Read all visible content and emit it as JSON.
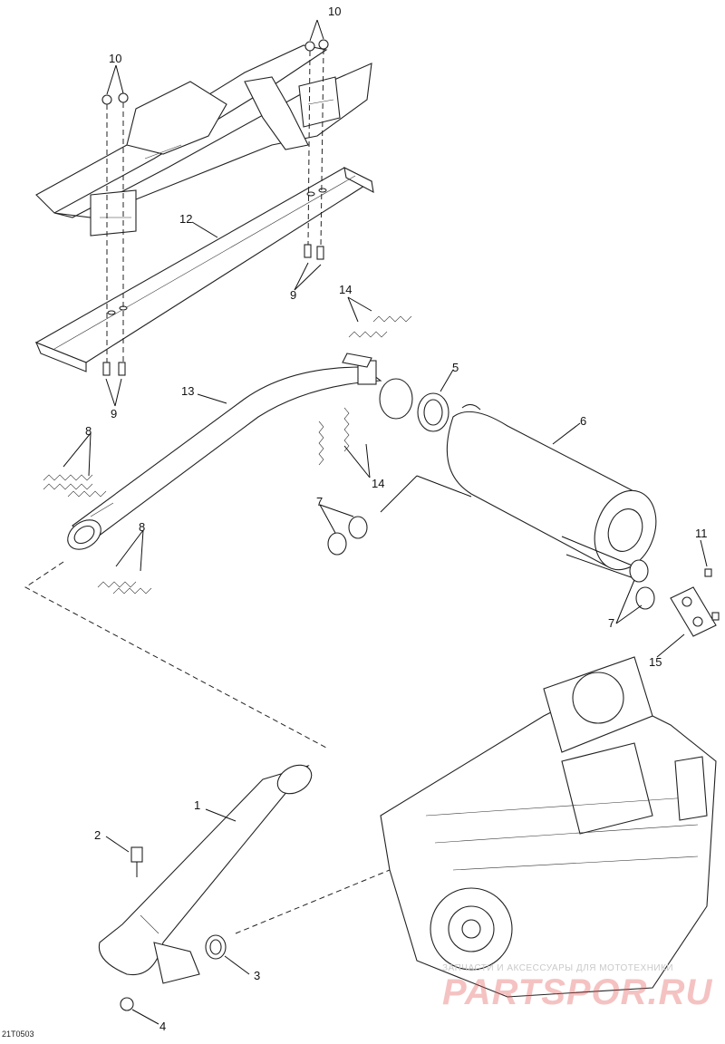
{
  "callouts": [
    {
      "id": "c1",
      "text": "1"
    },
    {
      "id": "c2",
      "text": "2"
    },
    {
      "id": "c3",
      "text": "3"
    },
    {
      "id": "c4",
      "text": "4"
    },
    {
      "id": "c5",
      "text": "5"
    },
    {
      "id": "c6",
      "text": "6"
    },
    {
      "id": "c7a",
      "text": "7"
    },
    {
      "id": "c7b",
      "text": "7"
    },
    {
      "id": "c8a",
      "text": "8"
    },
    {
      "id": "c8b",
      "text": "8"
    },
    {
      "id": "c9a",
      "text": "9"
    },
    {
      "id": "c9b",
      "text": "9"
    },
    {
      "id": "c10a",
      "text": "10"
    },
    {
      "id": "c10b",
      "text": "10"
    },
    {
      "id": "c11",
      "text": "11"
    },
    {
      "id": "c12",
      "text": "12"
    },
    {
      "id": "c13",
      "text": "13"
    },
    {
      "id": "c14a",
      "text": "14"
    },
    {
      "id": "c14b",
      "text": "14"
    },
    {
      "id": "c15",
      "text": "15"
    }
  ],
  "drawing_code": "21T0503",
  "watermark": {
    "line1": "ЗАПЧАСТИ И АКСЕССУАРЫ ДЛЯ МОТОТЕХНИКИ",
    "line2": "PARTSPOR.RU"
  }
}
